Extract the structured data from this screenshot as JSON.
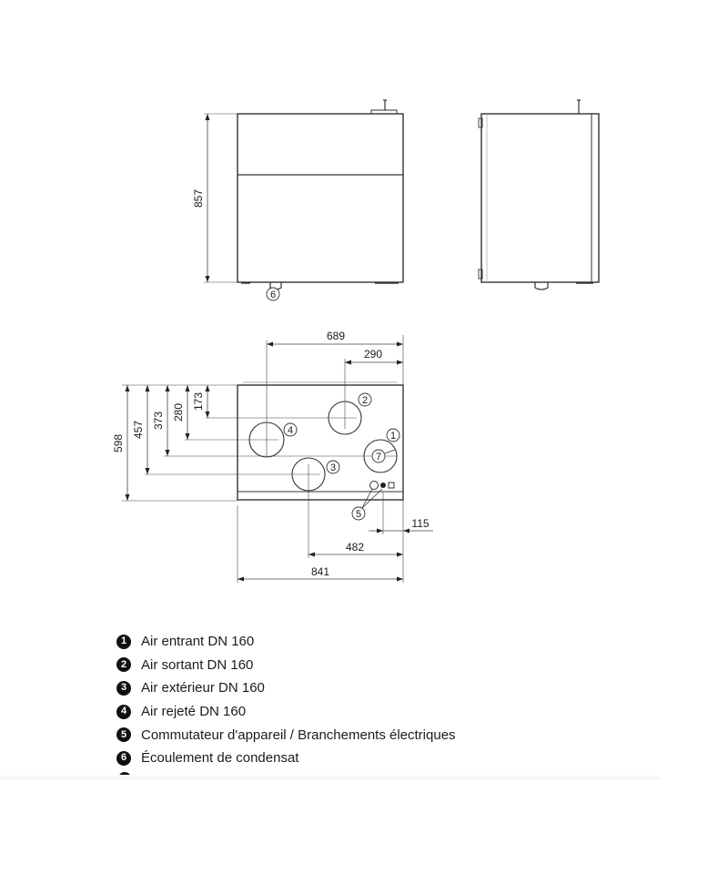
{
  "dimensions": {
    "height": "857",
    "width_total": "841",
    "depth": "598",
    "duct_4_from_right": "689",
    "duct_2_from_right": "290",
    "duct_3_from_right": "482",
    "panel_from_right": "115",
    "duct_2_from_top": "173",
    "duct_4_from_top": "280",
    "duct_1_from_top": "373",
    "duct_3_from_top": "457"
  },
  "callouts": {
    "c1": "1",
    "c2": "2",
    "c3": "3",
    "c4": "4",
    "c5": "5",
    "c6": "6",
    "c7": "7"
  },
  "legend": [
    {
      "num": "1",
      "label": "Air entrant DN 160"
    },
    {
      "num": "2",
      "label": "Air sortant DN 160"
    },
    {
      "num": "3",
      "label": "Air extérieur DN 160"
    },
    {
      "num": "4",
      "label": "Air rejeté DN 160"
    },
    {
      "num": "5",
      "label": "Commutateur d'appareil / Branchements électriques"
    },
    {
      "num": "6",
      "label": "Écoulement de condensat"
    }
  ]
}
